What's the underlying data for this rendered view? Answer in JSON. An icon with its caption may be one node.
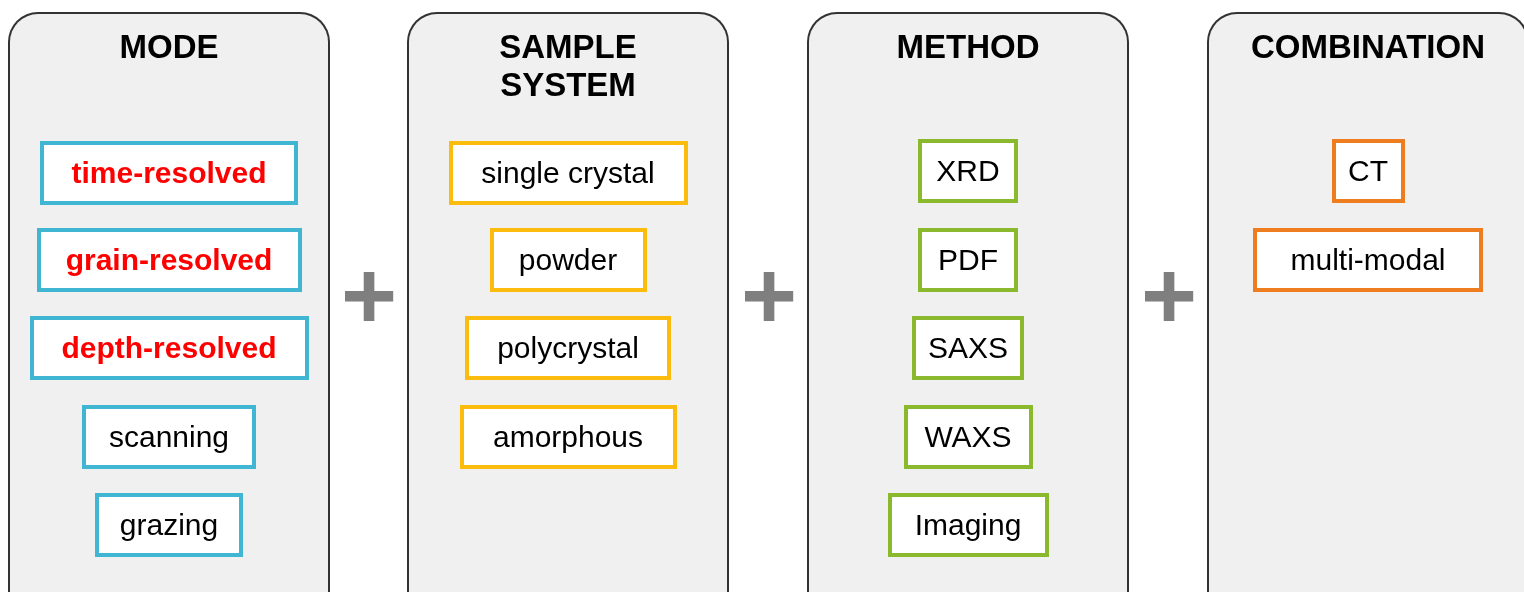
{
  "diagram": {
    "nodes": [
      {
        "text": [
          "MODE"
        ]
      },
      {
        "text": [
          "time-resolved"
        ],
        "in": 0
      },
      {
        "text": [
          "grain-resolved"
        ],
        "in": 0
      },
      {
        "text": [
          "depth-resolved"
        ],
        "in": 0
      },
      {
        "text": [
          "scanning"
        ],
        "in": 0
      },
      {
        "text": [
          "grazing"
        ],
        "in": 0
      },
      {
        "text": [
          "SAMPLE SYSTEM"
        ]
      },
      {
        "text": [
          "single crystal"
        ],
        "in": 6
      },
      {
        "text": [
          "powder"
        ],
        "in": 6
      },
      {
        "text": [
          "polycrystal"
        ],
        "in": 6
      },
      {
        "text": [
          "amorphous"
        ],
        "in": 6
      },
      {
        "text": [
          "METHOD"
        ]
      },
      {
        "text": [
          "XRD"
        ],
        "in": 11
      },
      {
        "text": [
          "PDF"
        ],
        "in": 11
      },
      {
        "text": [
          "SAXS"
        ],
        "in": 11
      },
      {
        "text": [
          "WAXS"
        ],
        "in": 11
      },
      {
        "text": [
          "Imaging"
        ],
        "in": 11
      },
      {
        "text": [
          "COMBINATION"
        ]
      },
      {
        "text": [
          "CT"
        ],
        "in": 17
      },
      {
        "text": [
          "multi-modal"
        ],
        "in": 17
      }
    ],
    "labels": [
      "+",
      "+",
      "+"
    ]
  }
}
